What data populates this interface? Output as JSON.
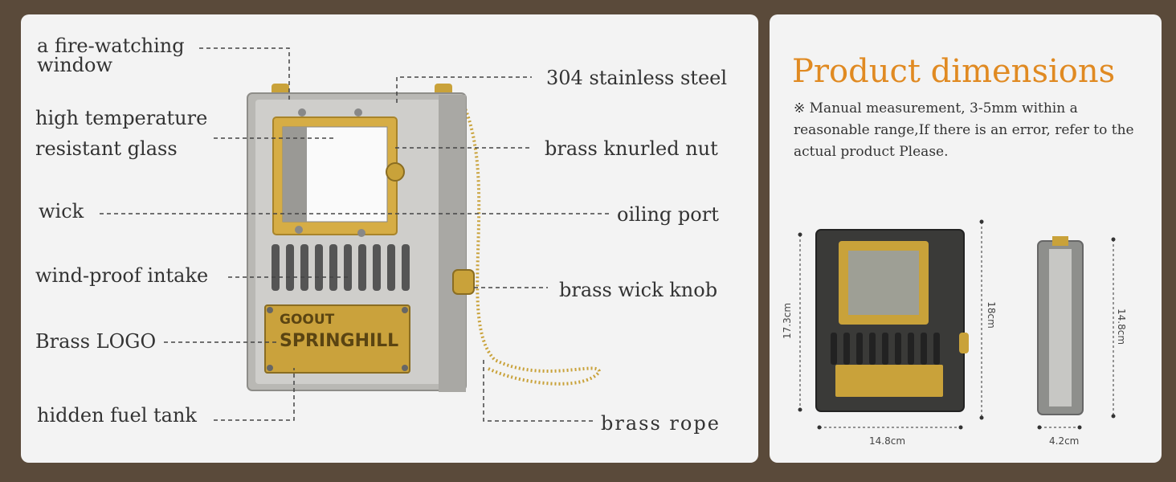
{
  "callouts": {
    "fire_window": "a fire-watching window",
    "fire_window_line1": "a fire-watching",
    "fire_window_line2": "window",
    "glass_line1": "high temperature",
    "glass_line2": "resistant glass",
    "wick": "wick",
    "intake": "wind-proof intake",
    "brass_logo": "Brass LOGO",
    "fuel_tank": "hidden fuel tank",
    "steel": "304 stainless steel",
    "knurled_nut": "brass knurled nut",
    "oiling_port": "oiling port",
    "wick_knob": "brass wick knob",
    "rope": "brass rope"
  },
  "product_logo": {
    "line1": "GOOUT",
    "line2": "SPRINGHILL"
  },
  "dimensions": {
    "title": "Product dimensions",
    "note": "※ Manual measurement, 3-5mm within a reasonable range,If there is an error, refer to the actual product Please.",
    "front_height": "17.3cm",
    "front_height_total": "18cm",
    "front_width": "14.8cm",
    "side_height": "14.8cm",
    "side_width": "4.2cm"
  },
  "colors": {
    "background": "#5a4a3a",
    "panel": "#f3f3f3",
    "accent": "#e08a22",
    "brass": "#c9a23a"
  }
}
